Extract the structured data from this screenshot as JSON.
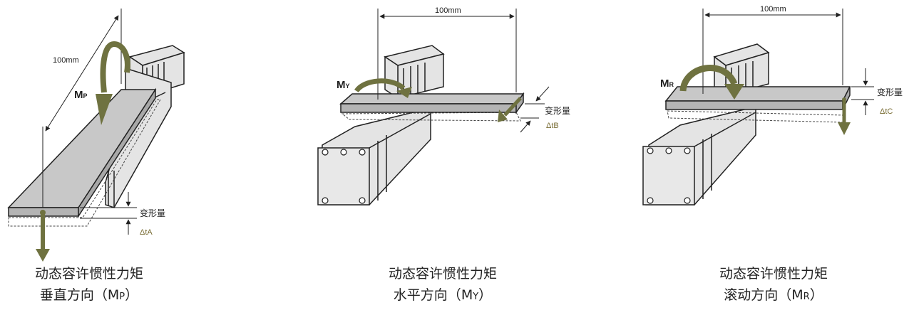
{
  "colors": {
    "arrow": "#6f7240",
    "plate": "#c8c8c8",
    "body": "#e4e4e4",
    "outline": "#222222",
    "delta": "#7a6e36"
  },
  "common": {
    "dimension": "100mm",
    "deformation": "变形量"
  },
  "panels": [
    {
      "moment_symbol": "M",
      "moment_sub": "P",
      "delta_symbol": "Δt",
      "delta_sub": "A",
      "caption_line1": "动态容许惯性力矩",
      "caption_line2_prefix": "垂直方向（",
      "caption_line2_sym": "M",
      "caption_line2_sub": "P",
      "caption_line2_suffix": "）"
    },
    {
      "moment_symbol": "M",
      "moment_sub": "Y",
      "delta_symbol": "Δt",
      "delta_sub": "B",
      "caption_line1": "动态容许惯性力矩",
      "caption_line2_prefix": "水平方向（",
      "caption_line2_sym": "M",
      "caption_line2_sub": "Y",
      "caption_line2_suffix": "）"
    },
    {
      "moment_symbol": "M",
      "moment_sub": "R",
      "delta_symbol": "Δt",
      "delta_sub": "C",
      "caption_line1": "动态容许惯性力矩",
      "caption_line2_prefix": "滚动方向（",
      "caption_line2_sym": "M",
      "caption_line2_sub": "R",
      "caption_line2_suffix": "）"
    }
  ]
}
